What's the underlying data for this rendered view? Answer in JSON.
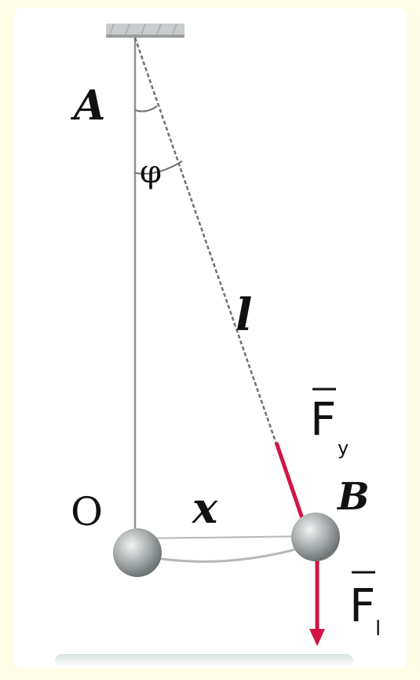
{
  "labels": {
    "point_a": "A",
    "angle": "φ",
    "length": "l",
    "point_o": "O",
    "displacement": "x",
    "point_b": "B",
    "force_tension": "F",
    "force_tension_sub": "y",
    "force_gravity": "F",
    "force_gravity_sub": "l"
  },
  "colors": {
    "force_vector": "#d01545",
    "ball": "#9aa0a0",
    "line": "#888888",
    "background": "#fffde6"
  }
}
